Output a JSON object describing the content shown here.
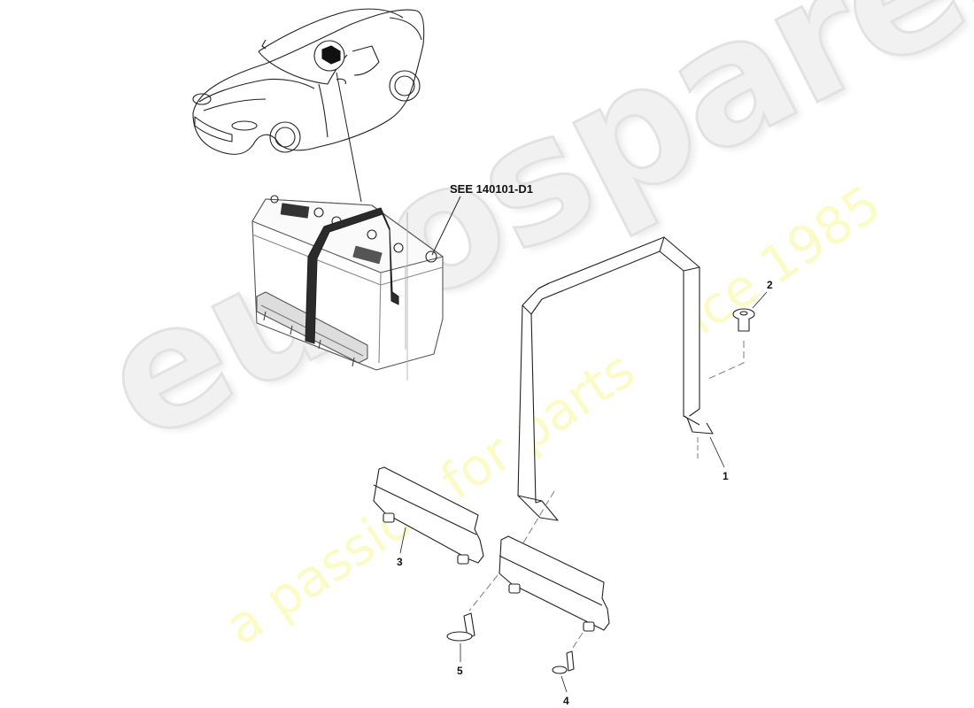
{
  "diagram": {
    "type": "exploded-parts-diagram",
    "subject": "Battery retention strap assembly",
    "reference_label": "SEE 140101-D1",
    "callouts": [
      {
        "number": "1",
        "part": "battery strap bracket"
      },
      {
        "number": "2",
        "part": "flange bolt (strap)"
      },
      {
        "number": "3",
        "part": "battery clamp rail (left)"
      },
      {
        "number": "4",
        "part": "bolt (right rail)"
      },
      {
        "number": "5",
        "part": "bolt (left rail)"
      }
    ]
  },
  "watermark": {
    "logo": "eurospares",
    "tagline": "a passion for parts since 1985",
    "logo_color": "#e6e6e6",
    "tagline_color": "#fafab0"
  },
  "colors": {
    "line": "#222222",
    "strap": "#2b2b2b",
    "background": "#ffffff"
  }
}
